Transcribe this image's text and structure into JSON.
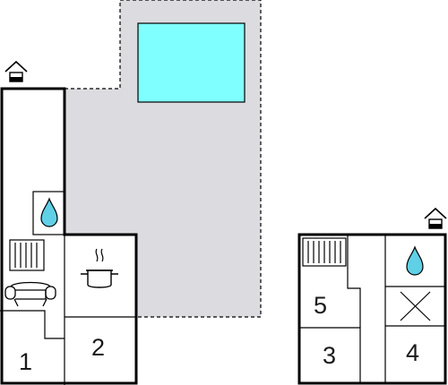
{
  "colors": {
    "terrace": "#dcdce0",
    "pool": "#7fffff",
    "water_drop": "#5fd0e6",
    "wall": "#000000"
  },
  "icons": [
    "entrance-house-icon",
    "water-drop-icon",
    "radiator-icon",
    "sofa-icon",
    "cooking-pot-icon",
    "cross-icon"
  ],
  "building_a": {
    "rooms": [
      {
        "number": "1"
      },
      {
        "number": "2"
      }
    ]
  },
  "building_b": {
    "rooms": [
      {
        "number": "5"
      },
      {
        "number": "3"
      },
      {
        "number": "4"
      }
    ]
  }
}
